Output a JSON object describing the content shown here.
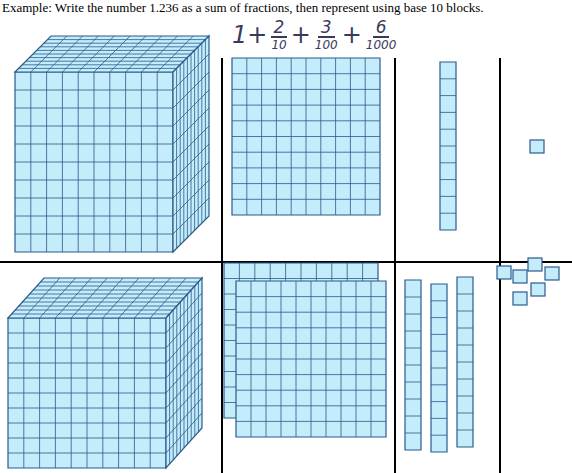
{
  "diagram": {
    "title": "Example: Write the number 1.236 as a sum of fractions, then represent using base 10 blocks.",
    "labels": [
      "1+",
      "2",
      "10",
      "+",
      "3",
      "100",
      "+",
      "6",
      "1000"
    ]
  }
}
